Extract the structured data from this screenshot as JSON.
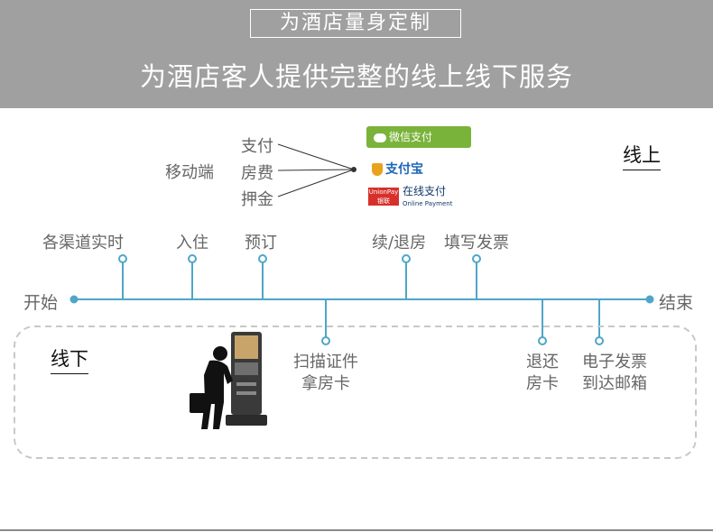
{
  "banner": {
    "tag": "为酒店量身定制",
    "title": "为酒店客人提供完整的线上线下服务"
  },
  "online": {
    "section_label": "线上",
    "mobile_label": "移动端",
    "items": [
      "支付",
      "房费",
      "押金"
    ],
    "payments": {
      "wechat": "微信支付",
      "alipay": "支付宝",
      "unionpay_logo": "UnionPay 银联",
      "unionpay_text": "在线支付",
      "unionpay_sub": "Online Payment"
    }
  },
  "timeline": {
    "start": "开始",
    "end": "结束",
    "top_steps": [
      "各渠道实时",
      "入住",
      "预订",
      "续/退房",
      "填写发票"
    ],
    "bottom_steps": [
      [
        "扫描证件",
        "拿房卡"
      ],
      [
        "退还",
        "房卡"
      ],
      [
        "电子发票",
        "到达邮箱"
      ]
    ]
  },
  "offline": {
    "section_label": "线下"
  },
  "colors": {
    "banner_bg": "#a0a0a0",
    "timeline": "#4fa6c8",
    "wechat_green": "#7ab33a",
    "alipay_blue": "#1e66b8"
  }
}
